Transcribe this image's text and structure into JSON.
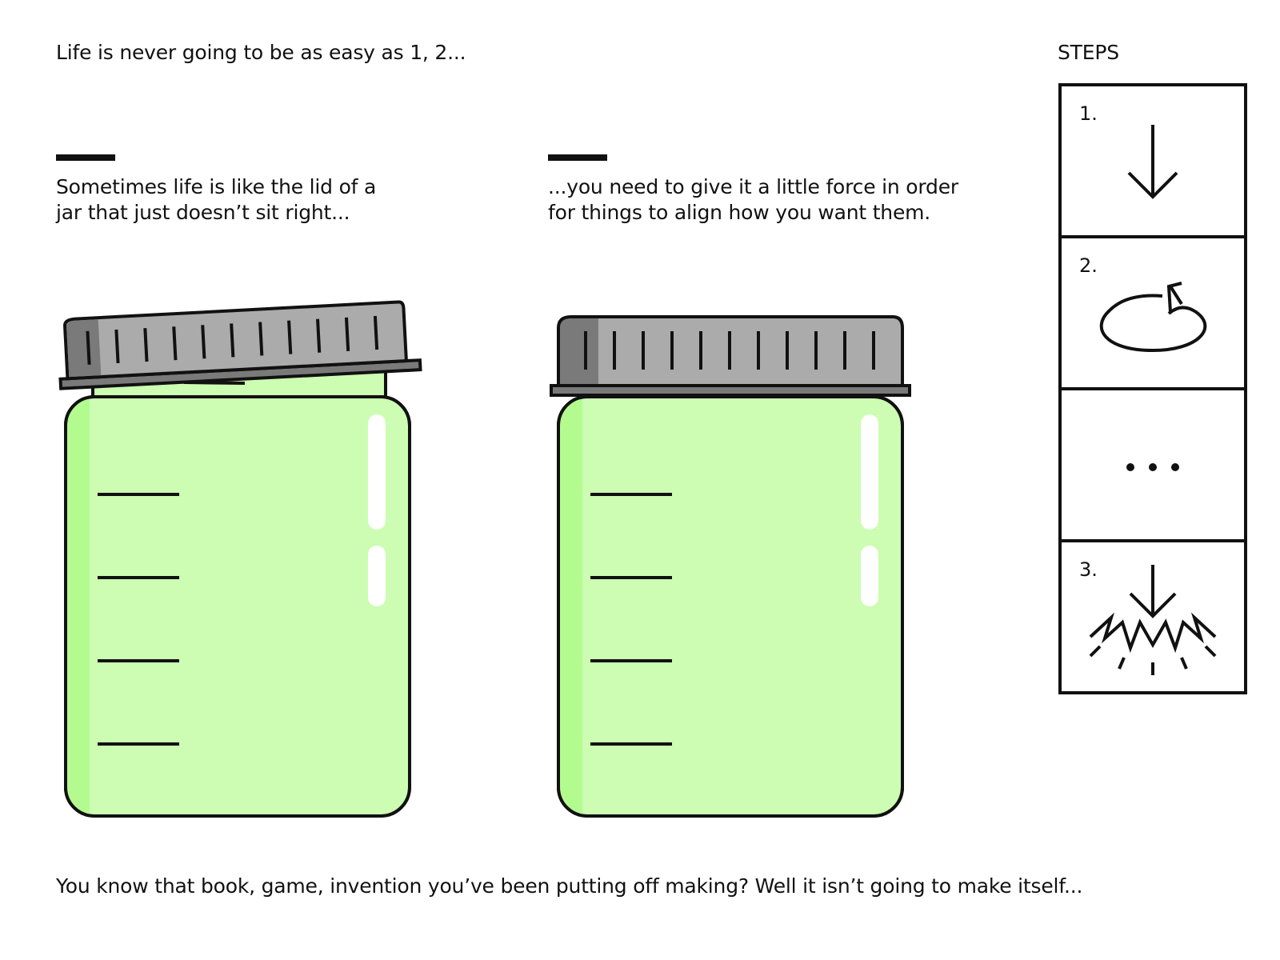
{
  "headline": "Life is never going to be as easy as 1, 2...",
  "panel_left": {
    "caption_lines": [
      "Sometimes life is like the lid of a",
      "jar that just doesn’t sit right..."
    ]
  },
  "panel_right": {
    "caption_lines": [
      "...you need to give it a little force in order",
      "for things to align how you want them."
    ]
  },
  "steps": {
    "title": "STEPS",
    "items": [
      {
        "number": "1.",
        "icon": "arrow-down-icon"
      },
      {
        "number": "2.",
        "icon": "rotate-icon"
      },
      {
        "number": "",
        "icon": "ellipsis-icon"
      },
      {
        "number": "3.",
        "icon": "impact-arrow-icon"
      }
    ]
  },
  "footer": "You know that book, game, invention you’ve been putting off making? Well it isn’t going to make itself...",
  "colors": {
    "jar_fill": "#ccfdb2",
    "jar_edge": "#b3fb8f",
    "lid_light": "#ababab",
    "lid_dark": "#7a7a7a",
    "ink": "#111111"
  }
}
